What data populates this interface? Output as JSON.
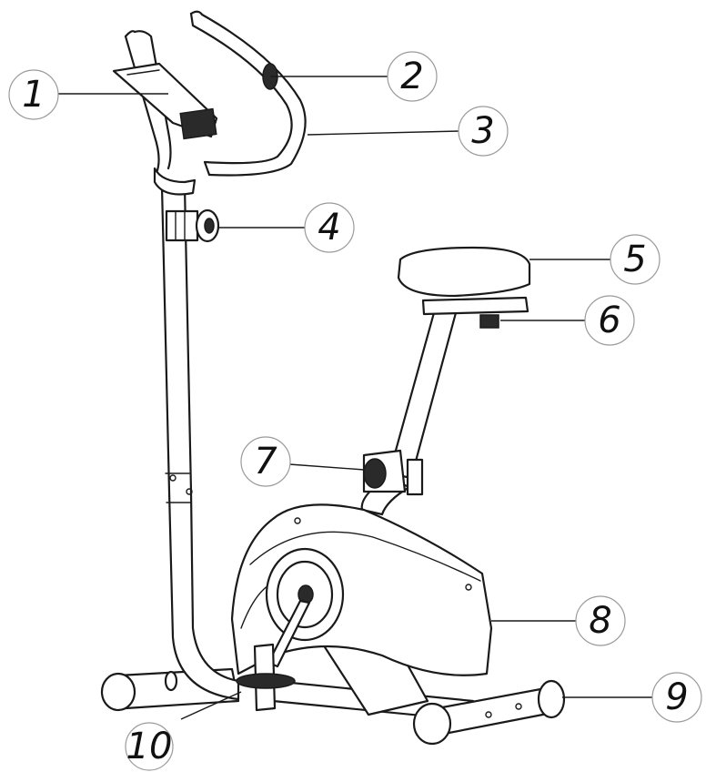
{
  "callouts": [
    {
      "id": 1,
      "label": "1"
    },
    {
      "id": 2,
      "label": "2"
    },
    {
      "id": 3,
      "label": "3"
    },
    {
      "id": 4,
      "label": "4"
    },
    {
      "id": 5,
      "label": "5"
    },
    {
      "id": 6,
      "label": "6"
    },
    {
      "id": 7,
      "label": "7"
    },
    {
      "id": 8,
      "label": "8"
    },
    {
      "id": 9,
      "label": "9"
    },
    {
      "id": 10,
      "label": "10"
    }
  ]
}
